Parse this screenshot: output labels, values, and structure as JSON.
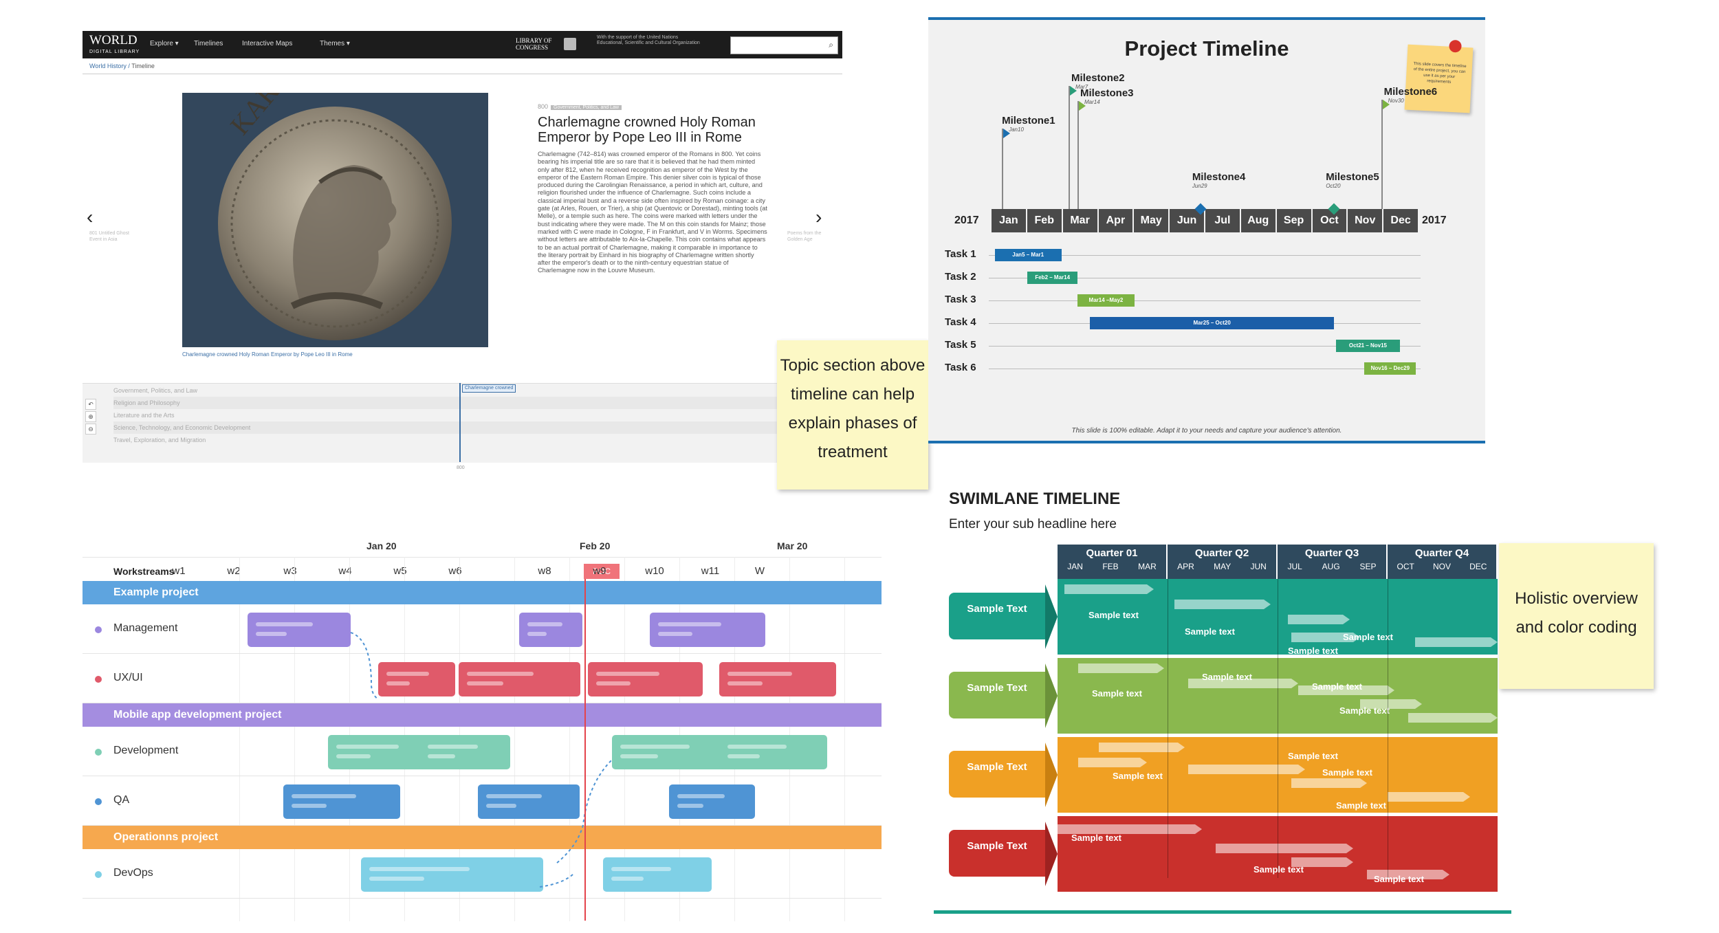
{
  "library": {
    "logo_line1": "WORLD",
    "logo_line2": "DIGITAL LIBRARY",
    "nav": [
      "Explore ▾",
      "Timelines",
      "Interactive Maps",
      "Themes ▾"
    ],
    "loc_logo": "LIBRARY OF CONGRESS",
    "support_text": "With the support of the United Nations Educational, Scientific and Cultural Organization",
    "breadcrumb": [
      "World History",
      "Timeline"
    ],
    "year": "800",
    "tag": "Government, Politics, and Law",
    "title": "Charlemagne crowned Holy Roman Emperor by Pope Leo III in Rome",
    "body": "Charlemagne (742–814) was crowned emperor of the Romans in 800. Yet coins bearing his imperial title are so rare that it is believed that he had them minted only after 812, when he received recognition as emperor of the West by the emperor of the Eastern Roman Empire. This denier silver coin is typical of those produced during the Carolingian Renaissance, a period in which art, culture, and religion flourished under the influence of Charlemagne. Such coins include a classical imperial bust and a reverse side often inspired by Roman coinage: a city gate (at Arles, Rouen, or Trier), a ship (at Quentovic or Dorestad), minting tools (at Melle), or a temple such as here. The coins were marked with letters under the bust indicating where they were made. The M on this coin stands for Mainz; those marked with C were made in Cologne, F in Frankfurt, and V in Worms. Specimens without letters are attributable to Aix-la-Chapelle. This coin contains what appears to be an actual portrait of Charlemagne, making it comparable in importance to the literary portrait by Einhard in his biography of Charlemagne written shortly after the emperor's death or to the ninth-century equestrian statue of Charlemagne now in the Louvre Museum.",
    "caption": "Charlemagne crowned Holy Roman Emperor by Pope Leo III in Rome",
    "coin_text": "KAROLUS IMP AUG",
    "prev_ghost": "801 Untitled Ghost Event in Asia",
    "next_ghost": "Poems from the Golden Age",
    "timeline_rows": [
      "Government, Politics, and Law",
      "Religion and Philosophy",
      "Literature and the Arts",
      "Science, Technology, and Economic Development",
      "Travel, Exploration, and Migration"
    ],
    "timeline_tools": [
      "↶",
      "⊕",
      "⊖"
    ],
    "timeline_flag": "Charlemagne crowned",
    "timeline_year": "800",
    "search_icon": "magnifier-icon"
  },
  "note1": "Topic section above timeline can help explain phases of treatment",
  "project": {
    "title": "Project Timeline",
    "sticky": "This slide covers the timeline of the entire project, you can use it as per your requirements",
    "year_left": "2017",
    "year_right": "2017",
    "months": [
      "Jan",
      "Feb",
      "Mar",
      "Apr",
      "May",
      "Jun",
      "Jul",
      "Aug",
      "Sep",
      "Oct",
      "Nov",
      "Dec"
    ],
    "milestones": [
      {
        "name": "Milestone1",
        "date": "Jan10",
        "color": "#1b6fb0"
      },
      {
        "name": "Milestone2",
        "date": "Mar7",
        "color": "#2a9d7a"
      },
      {
        "name": "Milestone3",
        "date": "Mar14",
        "color": "#7cb342"
      },
      {
        "name": "Milestone4",
        "date": "Jun29",
        "color": "#1b6fb0"
      },
      {
        "name": "Milestone5",
        "date": "Oct20",
        "color": "#2a9d7a"
      },
      {
        "name": "Milestone6",
        "date": "Nov30",
        "color": "#7cb342"
      }
    ],
    "tasks": [
      {
        "name": "Task 1",
        "label": "Jan5 – Mar1",
        "color": "#1b6fb0"
      },
      {
        "name": "Task 2",
        "label": "Feb2 – Mar14",
        "color": "#2a9d7a"
      },
      {
        "name": "Task 3",
        "label": "Mar14 –May2",
        "color": "#7cb342"
      },
      {
        "name": "Task 4",
        "label": "Mar25 – Oct20",
        "color": "#1b5ea8"
      },
      {
        "name": "Task 5",
        "label": "Oct21 – Nov15",
        "color": "#2a9d7a"
      },
      {
        "name": "Task 6",
        "label": "Nov16 – Dec29",
        "color": "#7cb342"
      }
    ],
    "footer": "This slide is 100% editable. Adapt it to your needs and capture your audience's attention."
  },
  "workstreams": {
    "header": "Workstreams",
    "months": [
      "Jan 20",
      "Feb 20",
      "Mar 20"
    ],
    "weeks": [
      "w1",
      "w2",
      "w3",
      "w4",
      "w5",
      "w6",
      "POC",
      "w8",
      "w9",
      "w10",
      "w11",
      "W"
    ],
    "projects": [
      {
        "name": "Example project",
        "color": "#5ea4df",
        "rows": [
          {
            "name": "Management",
            "color": "#9b87df"
          },
          {
            "name": "UX/UI",
            "color": "#e05a6a"
          }
        ]
      },
      {
        "name": "Mobile app development project",
        "color": "#a48de0",
        "rows": [
          {
            "name": "Development",
            "color": "#7fcfb5"
          },
          {
            "name": "QA",
            "color": "#4f94d4"
          }
        ]
      },
      {
        "name": "Operationns project",
        "color": "#f6a84e",
        "rows": [
          {
            "name": "DevOps",
            "color": "#7fd0e6"
          }
        ]
      }
    ]
  },
  "swimlane": {
    "title": "SWIMLANE TIMELINE",
    "subtitle": "Enter your sub headline here",
    "quarters": [
      {
        "name": "Quarter 01",
        "months": [
          "JAN",
          "FEB",
          "MAR"
        ]
      },
      {
        "name": "Quarter Q2",
        "months": [
          "APR",
          "MAY",
          "JUN"
        ]
      },
      {
        "name": "Quarter Q3",
        "months": [
          "JUL",
          "AUG",
          "SEP"
        ]
      },
      {
        "name": "Quarter Q4",
        "months": [
          "OCT",
          "NOV",
          "DEC"
        ]
      }
    ],
    "lanes": [
      {
        "label": "Sample Text",
        "color": "#1aa089",
        "dark": "#127a68"
      },
      {
        "label": "Sample Text",
        "color": "#8ab84e",
        "dark": "#6b9239"
      },
      {
        "label": "Sample Text",
        "color": "#f0a023",
        "dark": "#c98010"
      },
      {
        "label": "Sample Text",
        "color": "#c9302c",
        "dark": "#9e2220"
      }
    ],
    "sample": "Sample text"
  },
  "note2": "Holistic overview and color coding"
}
